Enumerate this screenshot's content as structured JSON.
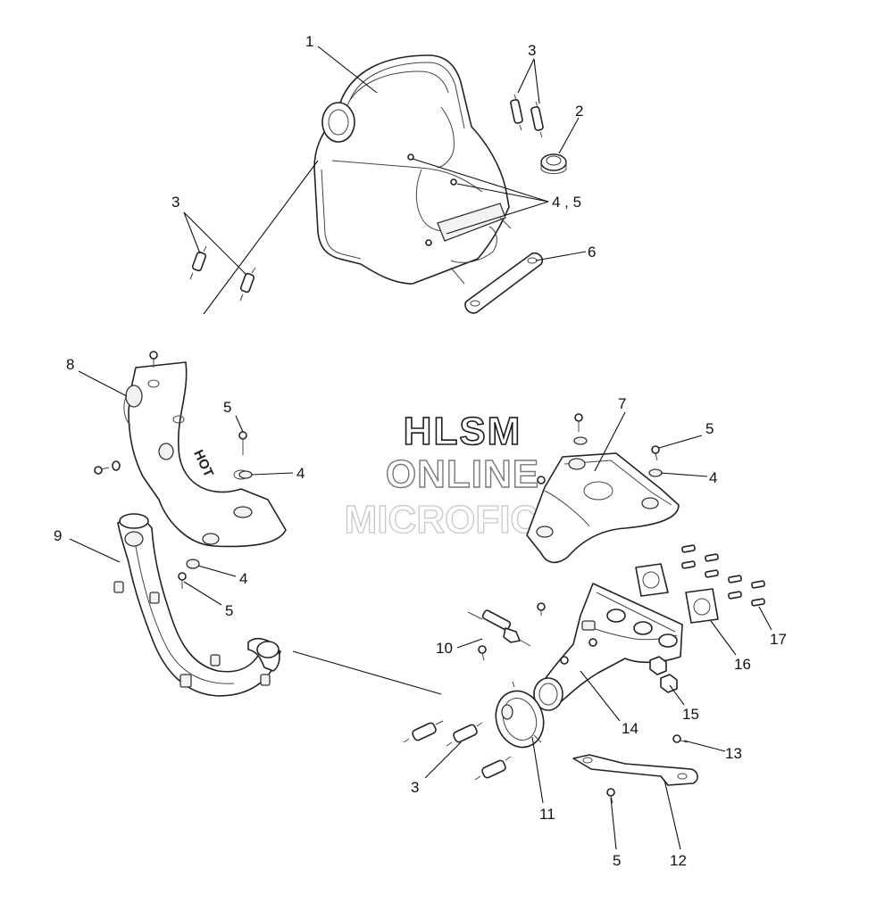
{
  "callouts": {
    "c1": "1",
    "c2": "2",
    "c3a": "3",
    "c3b": "3",
    "c3c": "3",
    "c45": "4 , 5",
    "c6": "6",
    "c7": "7",
    "c8": "8",
    "c9": "9",
    "c5a": "5",
    "c4a": "4",
    "c4b": "4",
    "c5b": "5",
    "c5c": "5",
    "c4c": "4",
    "c10": "10",
    "c11": "11",
    "c12": "12",
    "c13": "13",
    "c14": "14",
    "c15": "15",
    "c16": "16",
    "c17": "17",
    "c5d": "5"
  },
  "watermark": {
    "line1": "HLSM",
    "line2": "ONLINE",
    "line3": "MICROFICHE"
  },
  "heat_shield_label": "HOT"
}
